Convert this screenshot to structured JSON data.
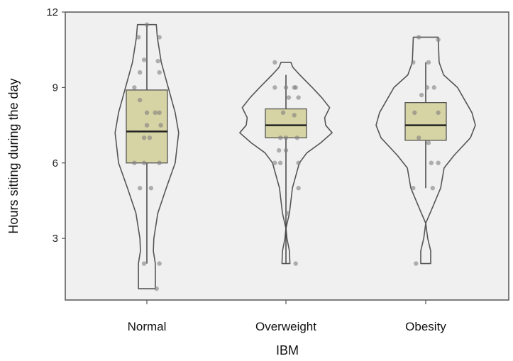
{
  "chart_data": {
    "type": "violin",
    "title": "",
    "xlabel": "IBM",
    "ylabel": "Hours sitting  during the day",
    "ylim": [
      0.55,
      12
    ],
    "yticks": [
      3,
      6,
      9,
      12
    ],
    "ytick_labels": [
      "3",
      "6",
      "9",
      "12"
    ],
    "grid": false,
    "colors": {
      "panel": "#f0f0f0",
      "box_fill": "#d6d3a4",
      "outline": "#555555",
      "points": "#808080"
    },
    "categories": [
      "Normal",
      "Overweight",
      "Obesity"
    ],
    "groups": [
      {
        "name": "Normal",
        "box": {
          "q1": 6.0,
          "median": 7.25,
          "q3": 8.9,
          "whisker_low": 2.0,
          "whisker_high": 11.5
        },
        "violin": [
          [
            1,
            0.17
          ],
          [
            1.5,
            0.17
          ],
          [
            2,
            0.17
          ],
          [
            2.5,
            0.13
          ],
          [
            3,
            0.14
          ],
          [
            4,
            0.22
          ],
          [
            5,
            0.39
          ],
          [
            6,
            0.57
          ],
          [
            7.2,
            0.64
          ],
          [
            8,
            0.57
          ],
          [
            9,
            0.43
          ],
          [
            10,
            0.29
          ],
          [
            11,
            0.21
          ],
          [
            11.5,
            0.19
          ]
        ],
        "points": [
          [
            0,
            11.5
          ],
          [
            -0.06,
            11
          ],
          [
            0.09,
            11
          ],
          [
            -0.02,
            10.1
          ],
          [
            0.08,
            10.05
          ],
          [
            -0.05,
            9.6
          ],
          [
            0.09,
            9.6
          ],
          [
            -0.09,
            9
          ],
          [
            -0.05,
            8.5
          ],
          [
            0,
            8
          ],
          [
            0.06,
            8
          ],
          [
            0.09,
            8
          ],
          [
            0,
            7.5
          ],
          [
            0.1,
            7.5
          ],
          [
            -0.02,
            7
          ],
          [
            0.02,
            7
          ],
          [
            -0.09,
            6
          ],
          [
            -0.02,
            6
          ],
          [
            0.09,
            6
          ],
          [
            -0.05,
            5
          ],
          [
            0.03,
            5
          ],
          [
            -0.02,
            2
          ],
          [
            0.09,
            2
          ],
          [
            0.07,
            1
          ]
        ]
      },
      {
        "name": "Overweight",
        "box": {
          "q1": 7.0,
          "median": 7.5,
          "q3": 8.15,
          "whisker_low": 2.0,
          "whisker_high": 9.5
        },
        "violin": [
          [
            2,
            0.08
          ],
          [
            2.5,
            0.07
          ],
          [
            3,
            0.02
          ],
          [
            3.4,
            0.0
          ],
          [
            4,
            0.07
          ],
          [
            5,
            0.13
          ],
          [
            6,
            0.27
          ],
          [
            6.4,
            0.42
          ],
          [
            6.8,
            0.7
          ],
          [
            7.2,
            0.93
          ],
          [
            7.5,
            0.8
          ],
          [
            7.8,
            0.78
          ],
          [
            8.2,
            0.88
          ],
          [
            8.6,
            0.72
          ],
          [
            9,
            0.53
          ],
          [
            9.5,
            0.28
          ],
          [
            9.8,
            0.14
          ],
          [
            10,
            0.1
          ]
        ],
        "points": [
          [
            -0.08,
            10
          ],
          [
            -0.08,
            9
          ],
          [
            0,
            9
          ],
          [
            0.06,
            9
          ],
          [
            0.07,
            9
          ],
          [
            0.02,
            8.6
          ],
          [
            0.09,
            8.6
          ],
          [
            -0.02,
            8
          ],
          [
            0.06,
            7.9
          ],
          [
            -0.04,
            7
          ],
          [
            0,
            7
          ],
          [
            0.08,
            7
          ],
          [
            -0.05,
            6.5
          ],
          [
            0,
            6.5
          ],
          [
            -0.08,
            6
          ],
          [
            -0.04,
            6
          ],
          [
            0.09,
            6
          ],
          [
            0.09,
            5
          ],
          [
            0.01,
            4
          ],
          [
            0.07,
            2
          ]
        ]
      },
      {
        "name": "Obesity",
        "box": {
          "q1": 6.9,
          "median": 7.5,
          "q3": 8.4,
          "whisker_low": 5.0,
          "whisker_high": 10.0
        },
        "violin": [
          [
            2,
            0.1
          ],
          [
            2.5,
            0.1
          ],
          [
            3,
            0.04
          ],
          [
            3.6,
            0.0
          ],
          [
            4.2,
            0.13
          ],
          [
            5,
            0.3
          ],
          [
            5.8,
            0.37
          ],
          [
            6.3,
            0.57
          ],
          [
            7,
            0.9
          ],
          [
            7.5,
            1.0
          ],
          [
            8,
            0.93
          ],
          [
            9,
            0.64
          ],
          [
            9.5,
            0.36
          ],
          [
            10,
            0.27
          ],
          [
            11,
            0.25
          ]
        ],
        "points": [
          [
            -0.05,
            11
          ],
          [
            0.09,
            10.9
          ],
          [
            -0.09,
            10
          ],
          [
            0.02,
            10
          ],
          [
            0.01,
            9
          ],
          [
            0.06,
            9
          ],
          [
            -0.03,
            8.7
          ],
          [
            -0.08,
            8
          ],
          [
            0.09,
            8
          ],
          [
            -0.05,
            7
          ],
          [
            0.02,
            6.8
          ],
          [
            0.04,
            6
          ],
          [
            0.09,
            6
          ],
          [
            -0.09,
            5
          ],
          [
            0.05,
            5
          ],
          [
            -0.07,
            2
          ]
        ]
      }
    ]
  }
}
